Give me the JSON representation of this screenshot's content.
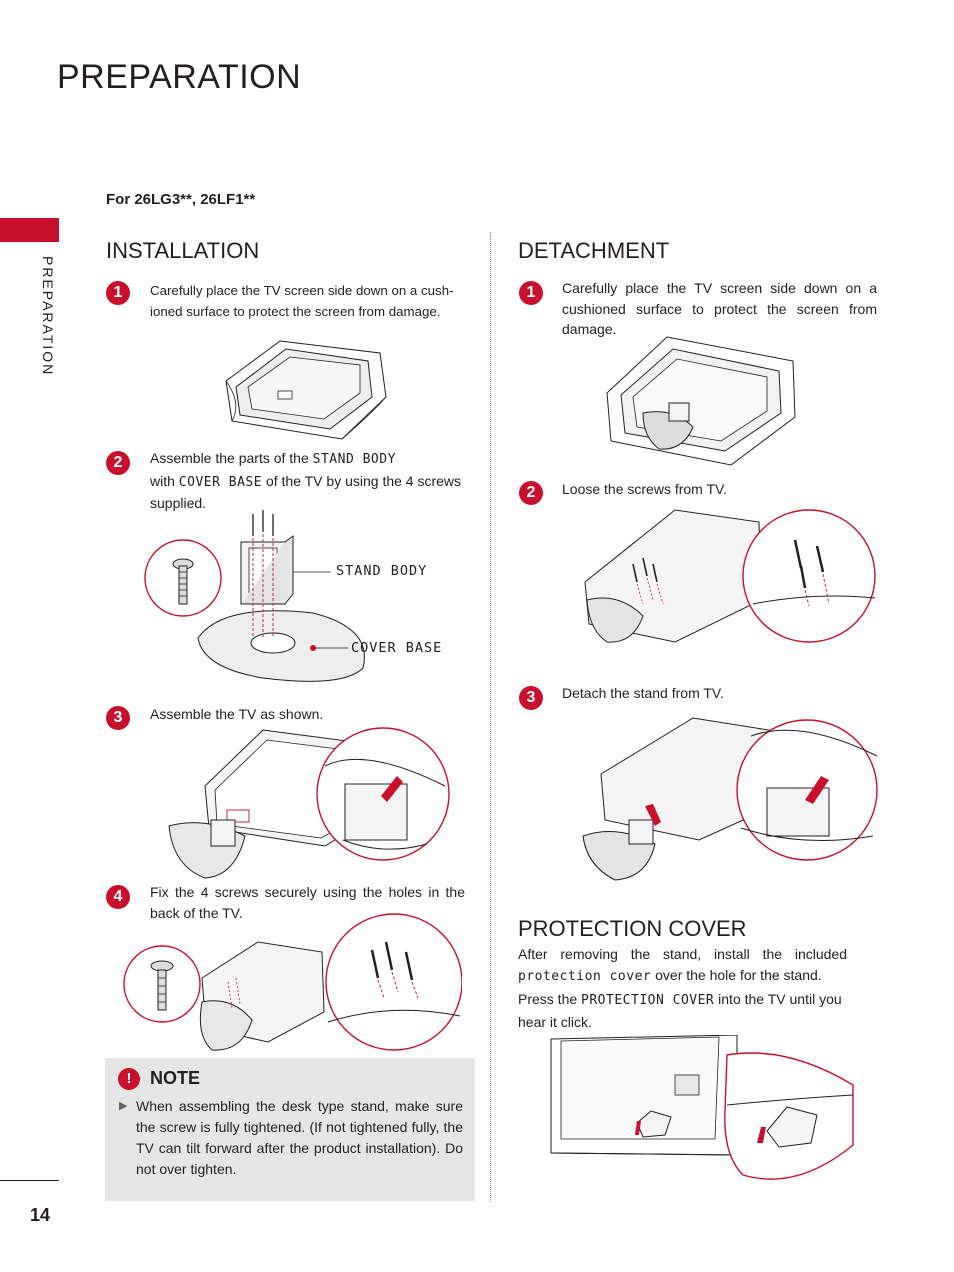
{
  "header": {
    "title": "PREPARATION"
  },
  "side_tab": {
    "label": "PREPARATION"
  },
  "page_number": "14",
  "model_line": "For 26LG3**, 26LF1**",
  "installation": {
    "title": "INSTALLATION",
    "steps": [
      {
        "number": "1",
        "text": "Carefully place the TV screen side down on a cush-ioned surface to protect the screen from damage."
      },
      {
        "number": "2",
        "text_before": "Assemble the parts of the ",
        "key1": "STAND BODY",
        "text_mid": " with ",
        "key2": "COVER BASE",
        "text_after": " of the TV by using the 4 screws supplied."
      },
      {
        "number": "3",
        "text": "Assemble the TV as shown."
      },
      {
        "number": "4",
        "text": "Fix the 4 screws securely using the holes in the back of the TV."
      }
    ],
    "callouts": {
      "stand_body": "STAND BODY",
      "cover_base": "COVER BASE"
    }
  },
  "note": {
    "heading": "NOTE",
    "icon": "exclamation-icon",
    "bullet": "▶",
    "text": "When assembling the desk type stand, make sure the screw is fully tightened. (If not tightened fully, the TV can tilt forward after the product installation). Do not  over tighten."
  },
  "detachment": {
    "title": "DETACHMENT",
    "steps": [
      {
        "number": "1",
        "text": "Carefully place the TV screen side down on a cushioned surface to protect the screen from damage."
      },
      {
        "number": "2",
        "text": "Loose the screws from TV."
      },
      {
        "number": "3",
        "text": "Detach the stand from TV."
      }
    ]
  },
  "protection_cover": {
    "title": "PROTECTION COVER",
    "para1_before": "After removing the stand, install the included ",
    "para1_key": "protection cover",
    "para1_after": " over the hole for the stand.",
    "para2_before": "Press the ",
    "para2_key": "PROTECTION COVER",
    "para2_after": " into the TV until you hear it click."
  },
  "colors": {
    "accent": "#c8102e",
    "note_bg": "#e6e6e6",
    "text": "#231f20"
  }
}
